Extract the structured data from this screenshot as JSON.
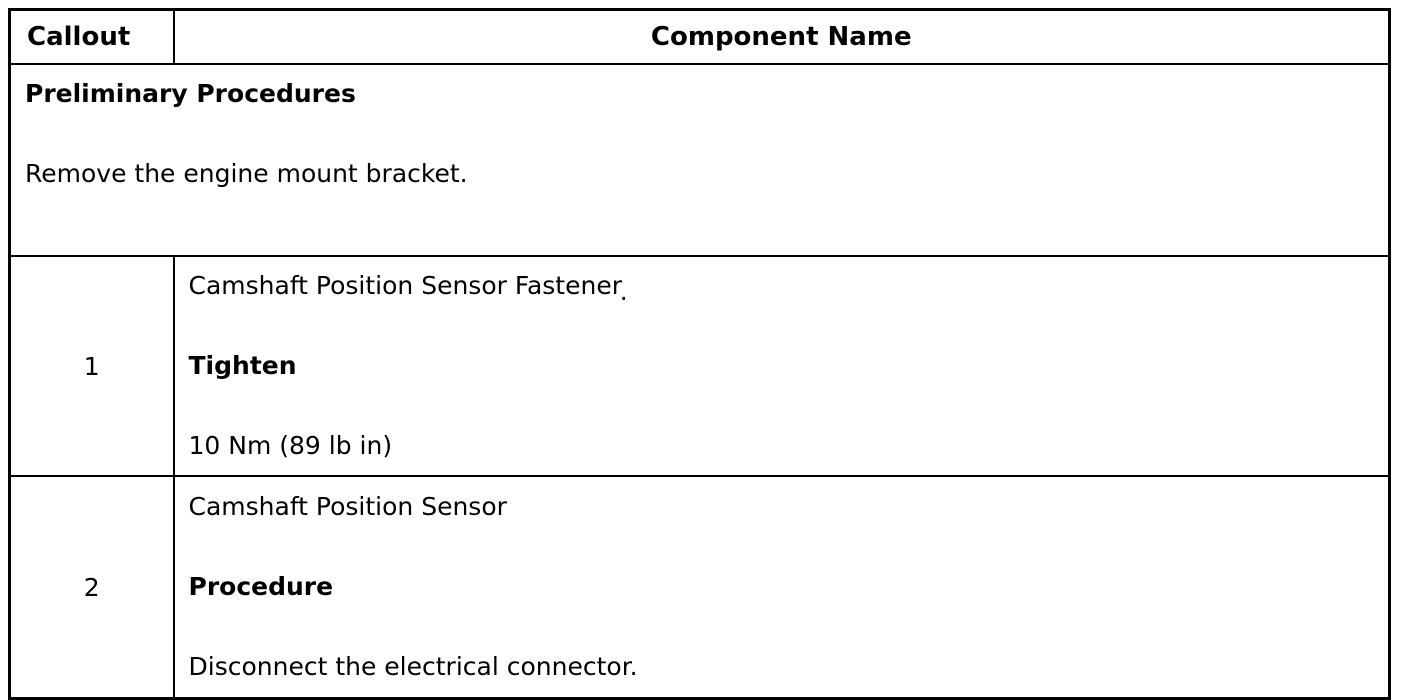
{
  "table": {
    "headers": {
      "callout": "Callout",
      "component_name": "Component Name"
    },
    "preliminary": {
      "title": "Preliminary Procedures",
      "body": "Remove the engine mount bracket."
    },
    "rows": [
      {
        "callout": "1",
        "name": "Camshaft Position Sensor Fastener",
        "name_suffix": ".",
        "action_label": "Tighten",
        "action_detail": "10 Nm (89 lb in)"
      },
      {
        "callout": "2",
        "name": "Camshaft Position Sensor",
        "name_suffix": "",
        "action_label": "Procedure",
        "action_detail": "Disconnect the electrical connector."
      }
    ]
  }
}
